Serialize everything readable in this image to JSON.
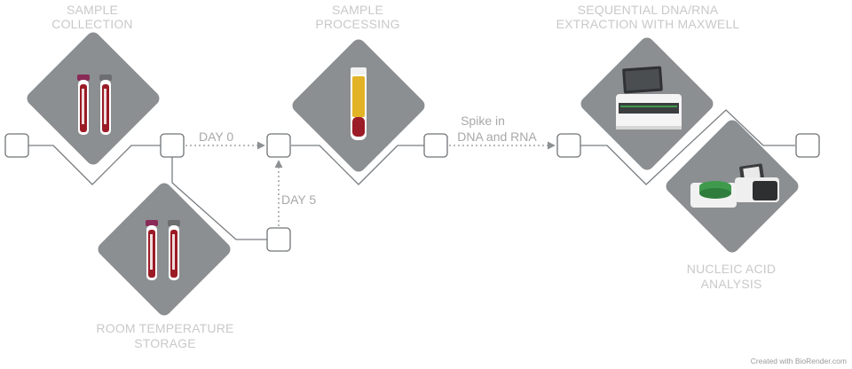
{
  "stages": {
    "collection": {
      "line1": "SAMPLE",
      "line2": "COLLECTION"
    },
    "processing": {
      "line1": "SAMPLE",
      "line2": "PROCESSING"
    },
    "extraction": {
      "line1": "SEQUENTIAL DNA/RNA",
      "line2": "EXTRACTION WITH MAXWELL"
    },
    "analysis": {
      "line1": "NUCLEIC ACID",
      "line2": "ANALYSIS"
    },
    "storage": {
      "line1": "ROOM TEMPERATURE",
      "line2": "STORAGE"
    }
  },
  "arrows": {
    "day0": "DAY 0",
    "day5": "DAY 5",
    "spike_line1": "Spike in",
    "spike_line2": "DNA and RNA"
  },
  "credit": "Created with BioRender.com",
  "colors": {
    "diamond": "#8b8f92",
    "label": "#c9c9c9",
    "blood": "#9b1b26",
    "plasma": "#e3b327",
    "cap_purple": "#8a2a57",
    "cap_gray": "#6d6e70",
    "plate_green": "#3f9a4d"
  }
}
